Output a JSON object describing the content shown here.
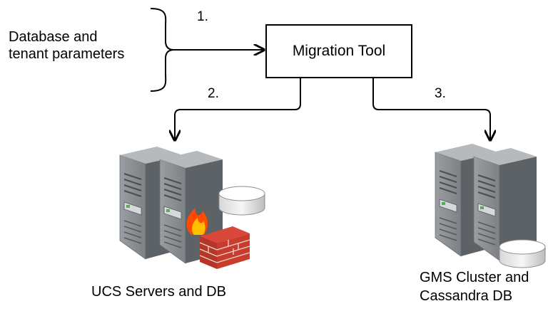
{
  "inputs": {
    "line1": "Database and",
    "line2": "tenant parameters"
  },
  "migration_tool": {
    "label": "Migration Tool"
  },
  "steps": {
    "step1": "1.",
    "step2": "2.",
    "step3": "3."
  },
  "targets": {
    "ucs": {
      "label": "UCS Servers and DB",
      "icons": [
        "server-icon",
        "server-icon",
        "database-icon",
        "firewall-icon"
      ]
    },
    "gms": {
      "line1": "GMS Cluster and",
      "line2": "Cassandra DB",
      "icons": [
        "server-icon",
        "server-icon",
        "database-icon"
      ]
    }
  },
  "colors": {
    "server_front": "#8a8e91",
    "server_side": "#5c6166",
    "server_top": "#a6aaad",
    "led": "#4db34d",
    "brick": "#c0392b",
    "flame": "#ff3b00"
  }
}
